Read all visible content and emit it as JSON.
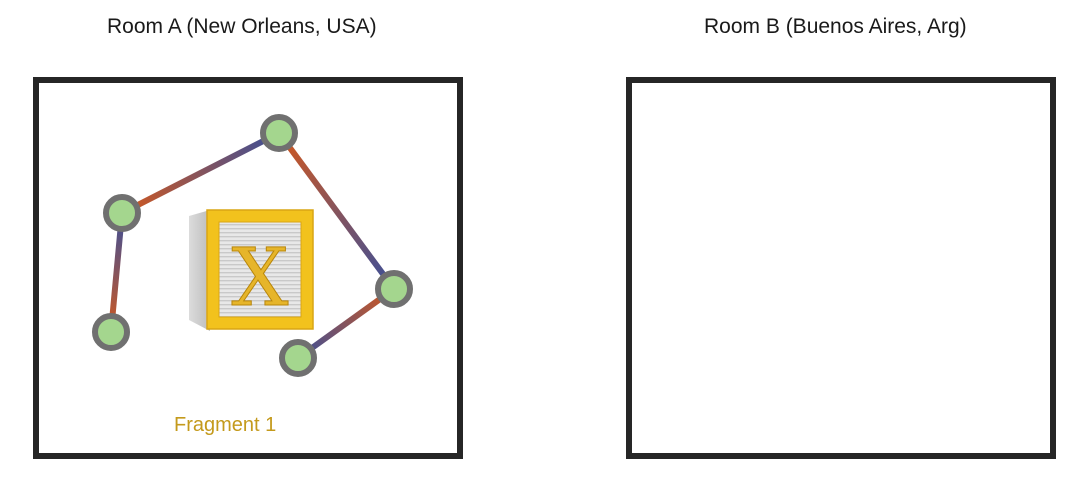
{
  "rooms": [
    {
      "id": "room-a",
      "title": "Room A (New Orleans, USA)"
    },
    {
      "id": "room-b",
      "title": "Room B (Buenos Aires, Arg)"
    }
  ],
  "fragment": {
    "label": "Fragment 1",
    "block_letter": "X"
  },
  "colors": {
    "border": "#262626",
    "node_fill": "#a4d68e",
    "node_ring": "#707070",
    "edge_warm": "#d2581e",
    "edge_cool": "#3a4f9a",
    "block_frame": "#f2c21d",
    "block_letter": "#e6b52a",
    "fragment_label": "#c49a1c"
  }
}
